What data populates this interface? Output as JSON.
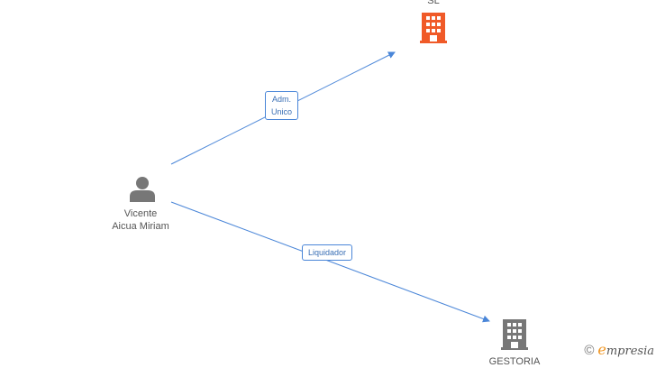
{
  "nodes": {
    "company_top": {
      "label": "SL",
      "color": "#f05a28"
    },
    "person": {
      "label_line1": "Vicente",
      "label_line2": "Aicua Miriam",
      "color": "#777777"
    },
    "company_bottom": {
      "label": "GESTORIA",
      "color": "#777777"
    }
  },
  "edges": {
    "to_top": {
      "label_line1": "Adm.",
      "label_line2": "Unico"
    },
    "to_bottom": {
      "label": "Liquidador"
    }
  },
  "colors": {
    "edge": "#4a86d8"
  },
  "brand": {
    "copyright": "©",
    "initial": "e",
    "name": "mpresia"
  }
}
